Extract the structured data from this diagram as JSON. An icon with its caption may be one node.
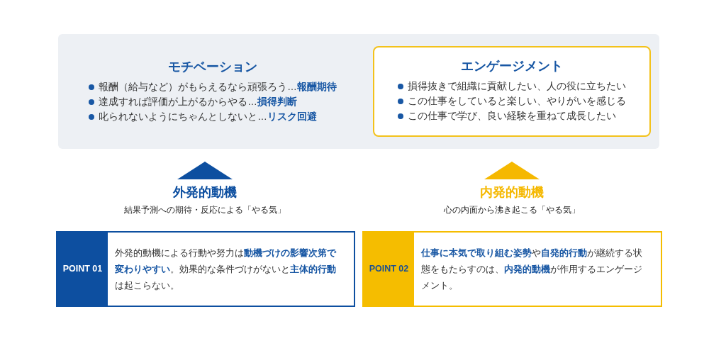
{
  "diagram": {
    "nodes": [
      {
        "text": [
          "モチベーション",
          "報酬（給与など）がもらえるなら頑張ろう…**報酬期待**",
          "達成すれば評価が上がるからやる…**損得判断**",
          "叱られないようにちゃんとしないと…**リスク回避**"
        ]
      },
      {
        "text": [
          "エンゲージメント",
          "損得抜きで組織に貢献したい、人の役に立ちたい",
          "この仕事をしていると楽しい、やりがいを感じる",
          "この仕事で学び、良い経験を重ねて成長したい"
        ],
        "in": 0
      },
      {
        "text": [
          "外発的動機",
          "結果予測への期待・反応による「やる気」"
        ]
      },
      {
        "text": [
          "内発的動機",
          "心の内面から沸き起こる「やる気」"
        ]
      },
      {
        "text": [
          "POINT 01",
          "外発的動機による行動や努力は**動機づけの影響次第で変わりやすい**。効果的な条件づけがないと**主体的行動**は起こらない。"
        ]
      },
      {
        "text": [
          "POINT 02",
          "**仕事に本気で取り組む姿勢**や**自発的行動**が継続する状態をもたらすのは、**内発的動機**が作用するエンゲージメント。"
        ]
      }
    ],
    "edges": [
      {
        "from": 2,
        "to": 0,
        "arrow": "to",
        "color": "#0d4fa0"
      },
      {
        "from": 3,
        "to": 0,
        "arrow": "to",
        "color": "#f5b800"
      }
    ]
  }
}
